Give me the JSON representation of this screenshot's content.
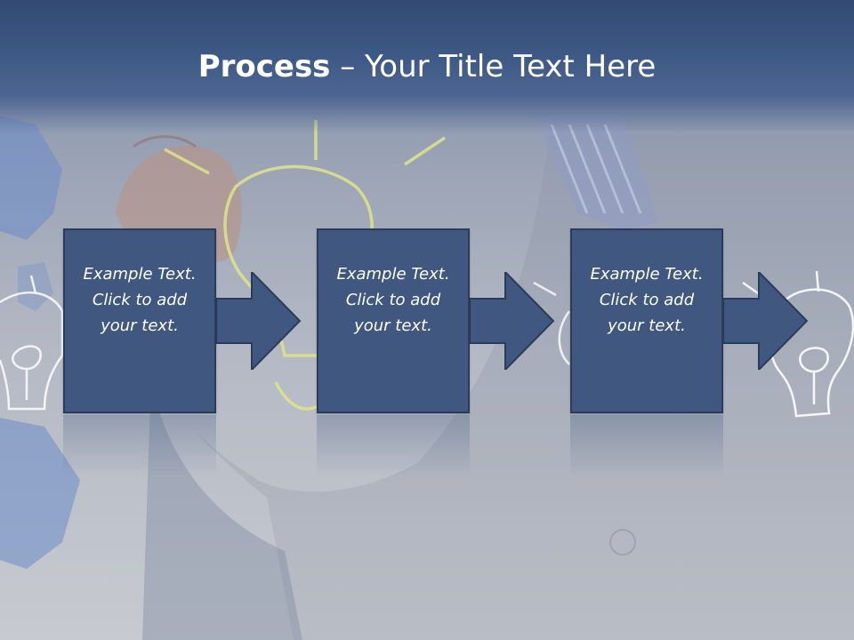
{
  "slide": {
    "title_bold": "Process",
    "title_rest": " – Your Title Text Here"
  },
  "steps": [
    {
      "text": "Example Text.\nClick  to add\nyour text."
    },
    {
      "text": "Example Text.\nClick  to add\nyour text."
    },
    {
      "text": "Example Text.\nClick  to add\nyour text."
    }
  ],
  "colors": {
    "title_band": "#3d5884",
    "box_fill": "#40577f",
    "box_border": "#2b3c5b",
    "text": "#ffffff"
  },
  "icons": [
    "lightbulb-sketch-icon",
    "arrow-right-icon",
    "world-map-silhouette"
  ]
}
